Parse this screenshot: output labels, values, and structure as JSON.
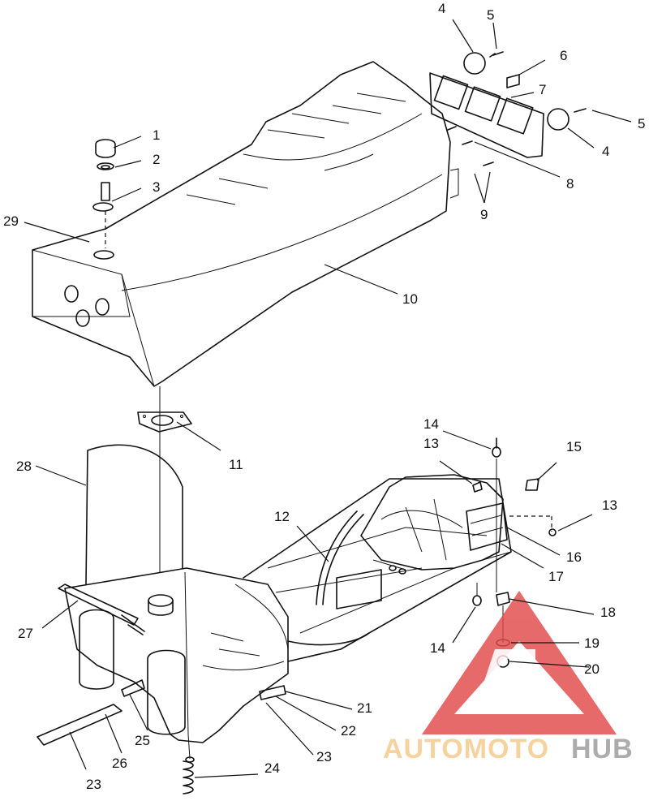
{
  "callouts": [
    "1",
    "2",
    "3",
    "4",
    "5",
    "6",
    "7",
    "8",
    "9",
    "10",
    "11",
    "12",
    "13",
    "14",
    "15",
    "16",
    "17",
    "18",
    "19",
    "20",
    "21",
    "22",
    "23",
    "24",
    "25",
    "26",
    "27",
    "28",
    "29"
  ],
  "watermark": {
    "word_a": "AUTOMOTO",
    "word_b": "HUB",
    "color_a": "#f5c98a",
    "color_b": "#9a9a9a",
    "logo_color": "#e24a4a"
  }
}
